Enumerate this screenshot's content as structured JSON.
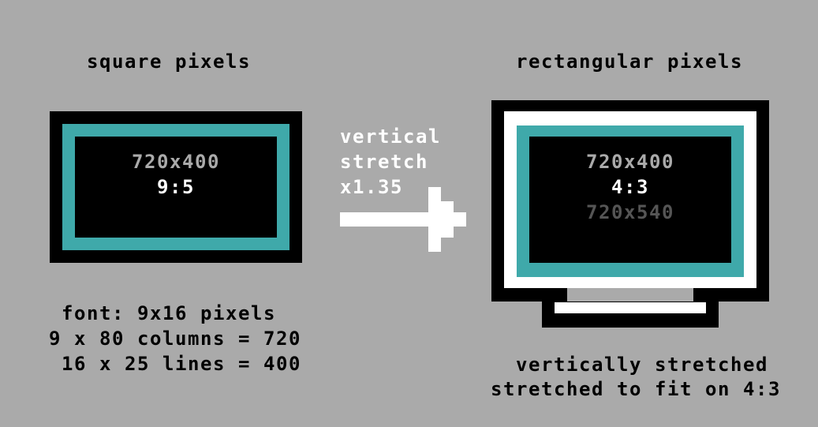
{
  "left": {
    "title": "square pixels",
    "screen": {
      "resolution": "720x400",
      "aspect": "9:5"
    },
    "caption": [
      "font: 9x16 pixels",
      "9 x 80 columns = 720",
      " 16 x 25 lines = 400"
    ]
  },
  "arrow": {
    "label": [
      "vertical",
      "stretch",
      "x1.35"
    ]
  },
  "right": {
    "title": "rectangular pixels",
    "screen": {
      "resolution": "720x400",
      "aspect": "4:3",
      "stretched_resolution": "720x540"
    },
    "caption": [
      "vertically stretched",
      "stretched to fit on 4:3"
    ]
  },
  "colors": {
    "background": "#aaaaaa",
    "teal": "#3fa9aa",
    "white": "#ffffff",
    "black": "#000000",
    "dim": "#555555"
  }
}
